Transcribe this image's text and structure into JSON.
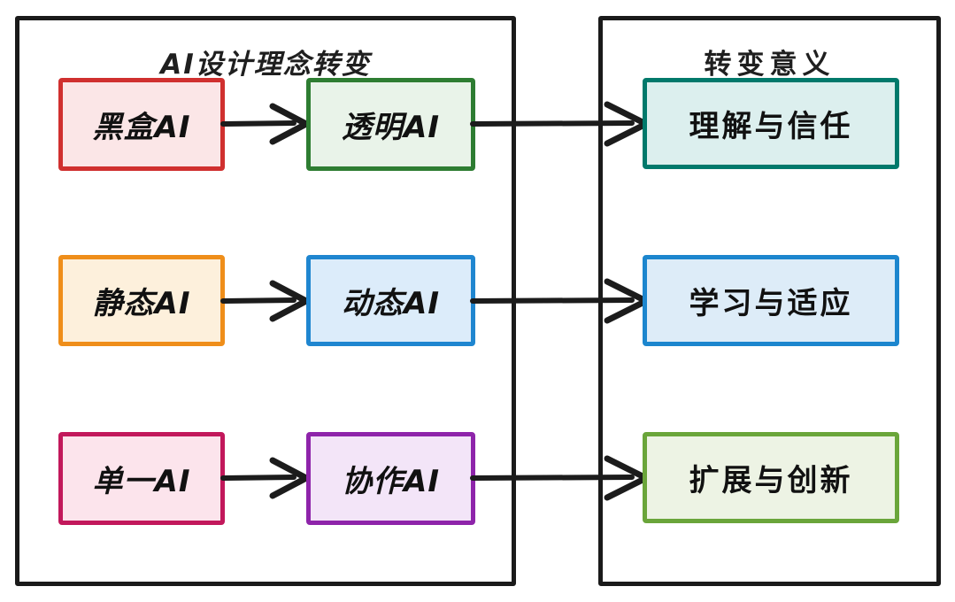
{
  "diagram": {
    "title_left": "AI设计理念转变",
    "title_right": "转变意义",
    "colors": {
      "red_border": "#d0302f",
      "red_fill": "#fbe6e7",
      "green_border": "#2e7d32",
      "green_fill": "#e9f3e9",
      "orange_border": "#ef8e1a",
      "orange_fill": "#fdf0dc",
      "blue_border": "#1f86d0",
      "blue_fill": "#dcecfa",
      "crimson_border": "#c2185b",
      "crimson_fill": "#fce4ec",
      "purple_border": "#8e24aa",
      "purple_fill": "#f3e5f8",
      "teal_border": "#00796b",
      "teal_fill": "#dcefee",
      "bluebold_border": "#1c86ce",
      "bluebold_fill": "#ddecf8",
      "olive_border": "#6aa53a",
      "olive_fill": "#edf3e4",
      "frame": "#1a1a1a",
      "arrow": "#1c1c1c"
    },
    "left_panel": {
      "rows": [
        {
          "from": "黑盒AI",
          "to": "透明AI"
        },
        {
          "from": "静态AI",
          "to": "动态AI"
        },
        {
          "from": "单一AI",
          "to": "协作AI"
        }
      ]
    },
    "right_panel": {
      "outcomes": [
        "理解与信任",
        "学习与适应",
        "扩展与创新"
      ]
    }
  }
}
